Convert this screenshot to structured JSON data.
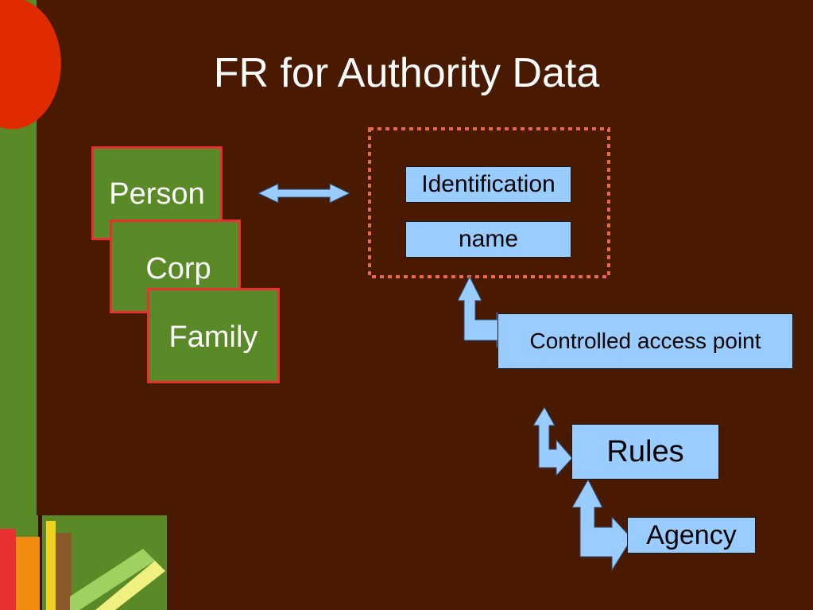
{
  "slide": {
    "title": "FR for Authority Data",
    "entities": {
      "person": "Person",
      "corp": "Corp",
      "family": "Family"
    },
    "attributes": {
      "identification": "Identification",
      "name": "name"
    },
    "controlled_access_point": "Controlled access point",
    "rules": "Rules",
    "agency": "Agency"
  },
  "colors": {
    "background": "#4a1a00",
    "entity_fill": "#5a8a28",
    "entity_border": "#e83030",
    "attribute_fill": "#99ccff",
    "dotted_border": "#e86a4a",
    "side_bar": "#5a8a28",
    "accent_red": "#e02a00"
  }
}
